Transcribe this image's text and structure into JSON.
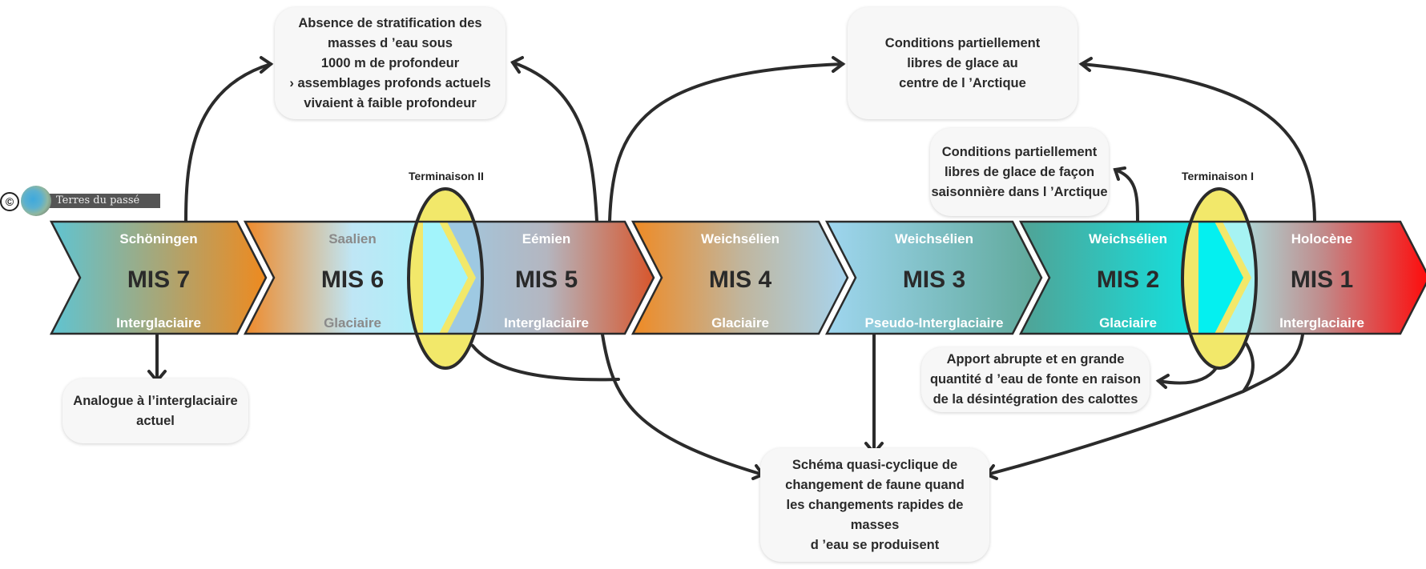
{
  "credit": {
    "symbol": "©",
    "name": "Terres du passé"
  },
  "stages": [
    {
      "id": "mis7",
      "name": "Schöningen",
      "code": "MIS 7",
      "type": "Interglaciaire",
      "colors": [
        "#5fc4d2",
        "#ee8a1f"
      ],
      "name_color": "#ffffff",
      "type_color": "#ffffff"
    },
    {
      "id": "mis6",
      "name": "Saalien",
      "code": "MIS 6",
      "type": "Glaciaire",
      "colors": [
        "#ef8a2a",
        "#bfe6f5",
        "#a2f4fb"
      ],
      "name_color": "#8a8a8a",
      "type_color": "#8a8a8a"
    },
    {
      "id": "mis5",
      "name": "Eémien",
      "code": "MIS 5",
      "type": "Interglaciaire",
      "colors": [
        "#9ec9e2",
        "#b4b6c0",
        "#d8562c"
      ],
      "name_color": "#ffffff",
      "type_color": "#ffffff"
    },
    {
      "id": "mis4",
      "name": "Weichsélien",
      "code": "MIS 4",
      "type": "Glaciaire",
      "colors": [
        "#ef8a24",
        "#c1b59c",
        "#a7d4ee"
      ],
      "name_color": "#ffffff",
      "type_color": "#ffffff"
    },
    {
      "id": "mis3",
      "name": "Weichsélien",
      "code": "MIS 3",
      "type": "Pseudo-Interglaciaire",
      "colors": [
        "#9fd6ef",
        "#5ea899"
      ],
      "name_color": "#ffffff",
      "type_color": "#ffffff"
    },
    {
      "id": "mis2",
      "name": "Weichsélien",
      "code": "MIS 2",
      "type": "Glaciaire",
      "colors": [
        "#51a295",
        "#04f0f0"
      ],
      "name_color": "#ffffff",
      "type_color": "#ffffff"
    },
    {
      "id": "mis1",
      "name": "Holocène",
      "code": "MIS 1",
      "type": "Interglaciaire",
      "colors": [
        "#a6f3f3",
        "#c08c8c",
        "#ff0a0a"
      ],
      "name_color": "#ffffff",
      "type_color": "#ffffff"
    }
  ],
  "terminations": [
    {
      "id": "term2",
      "label": "Terminaison II",
      "fill": "#f2e86a"
    },
    {
      "id": "term1",
      "label": "Terminaison I",
      "fill": "#f2e86a"
    }
  ],
  "boxes": {
    "analogue": "Analogue à l’interglaciaire\nactuel",
    "stratification": "Absence de stratification des\nmasses d ’eau sous\n1000 m de profondeur\n› assemblages profonds actuels\nvivaient à faible profondeur",
    "arctic_center": "Conditions partiellement\nlibres de glace au\ncentre de l ’Arctique",
    "arctic_seasonal": "Conditions partiellement\nlibres de glace de façon\nsaisonnière dans  l ’Arctique",
    "meltwater": "Apport abrupte et en grande\nquantité d ’eau de fonte en raison\nde la désintégration des calottes",
    "cyclic": "Schéma quasi-cyclique de\nchangement de faune quand\nles changements rapides de masses\nd ’eau se produisent"
  },
  "colors": {
    "outline": "#2b2b2b",
    "code_text": "#2a2a2a"
  }
}
